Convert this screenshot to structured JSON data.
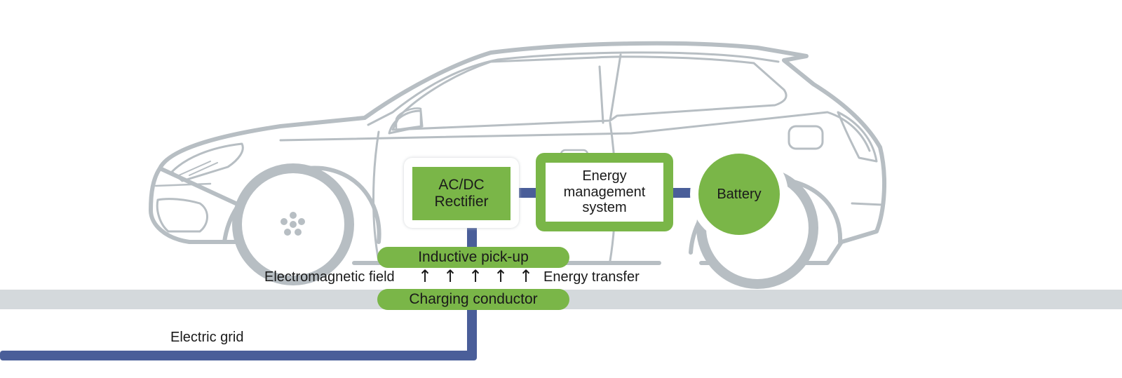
{
  "diagram": {
    "rectifier": "AC/DC\nRectifier",
    "energy_management": "Energy\nmanagement\nsystem",
    "battery": "Battery",
    "inductive_pickup": "Inductive pick-up",
    "charging_conductor": "Charging conductor",
    "electromagnetic_field": "Electromagnetic field",
    "energy_transfer": "Energy transfer",
    "electric_grid": "Electric grid",
    "arrow_glyph": "↑",
    "colors": {
      "green": "#7ab648",
      "blue": "#4a5e99",
      "car_outline": "#b7bec3",
      "road": "#d4d9dc"
    }
  }
}
